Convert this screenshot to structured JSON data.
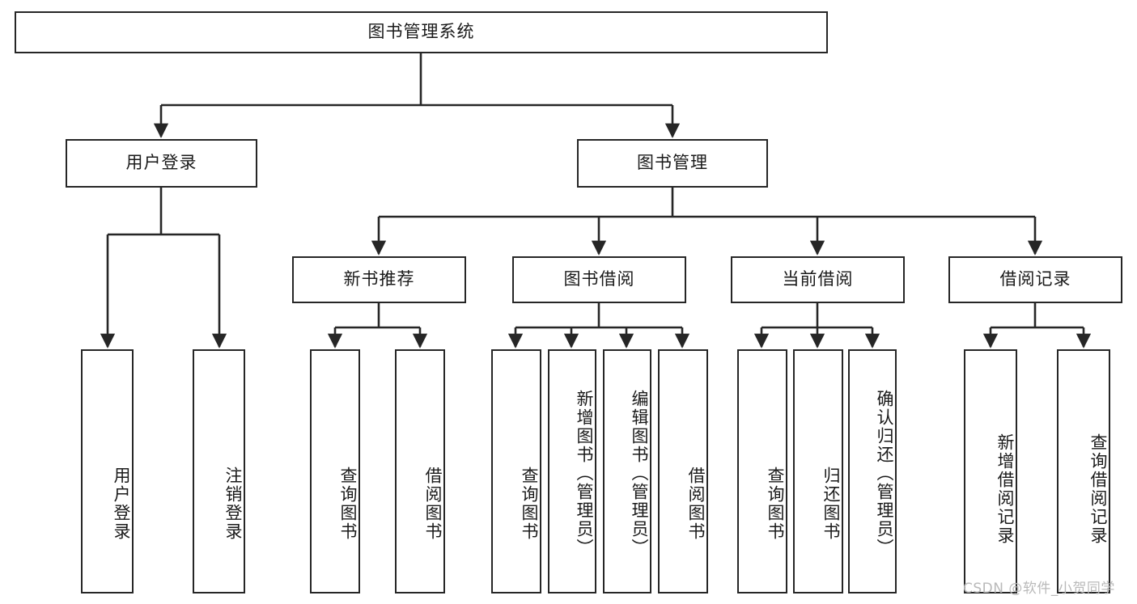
{
  "diagram": {
    "title_node": {
      "label": "图书管理系统"
    },
    "level2": [
      {
        "id": "user-login",
        "label": "用户登录"
      },
      {
        "id": "book-manage",
        "label": "图书管理"
      }
    ],
    "level3": [
      {
        "id": "new-book-recommend",
        "label": "新书推荐"
      },
      {
        "id": "book-borrow",
        "label": "图书借阅"
      },
      {
        "id": "current-borrow",
        "label": "当前借阅"
      },
      {
        "id": "borrow-record",
        "label": "借阅记录"
      }
    ],
    "leaves": {
      "user_login": [
        {
          "id": "leaf-user-login",
          "label": "用户登录"
        },
        {
          "id": "leaf-logout-login",
          "label": "注销登录"
        }
      ],
      "new_book_recommend": [
        {
          "id": "leaf-query-book-1",
          "label": "查询图书"
        },
        {
          "id": "leaf-borrow-book-1",
          "label": "借阅图书"
        }
      ],
      "book_borrow": [
        {
          "id": "leaf-query-book-2",
          "label": "查询图书"
        },
        {
          "id": "leaf-add-book",
          "label": "新增图书（管理员）"
        },
        {
          "id": "leaf-edit-book",
          "label": "编辑图书（管理员）"
        },
        {
          "id": "leaf-borrow-book-2",
          "label": "借阅图书"
        }
      ],
      "current_borrow": [
        {
          "id": "leaf-query-book-3",
          "label": "查询图书"
        },
        {
          "id": "leaf-return-book",
          "label": "归还图书"
        },
        {
          "id": "leaf-confirm-return",
          "label": "确认归还（管理员）"
        }
      ],
      "borrow_record": [
        {
          "id": "leaf-add-borrow-record",
          "label": "新增借阅记录"
        },
        {
          "id": "leaf-query-borrow-record",
          "label": "查询借阅记录"
        }
      ]
    }
  },
  "watermark": {
    "text": "CSDN @软件_小贺同学"
  },
  "colors": {
    "border": "#262626",
    "fill": "#ffffff",
    "text": "#1a1a1a",
    "watermark": "#b9b9b9"
  }
}
